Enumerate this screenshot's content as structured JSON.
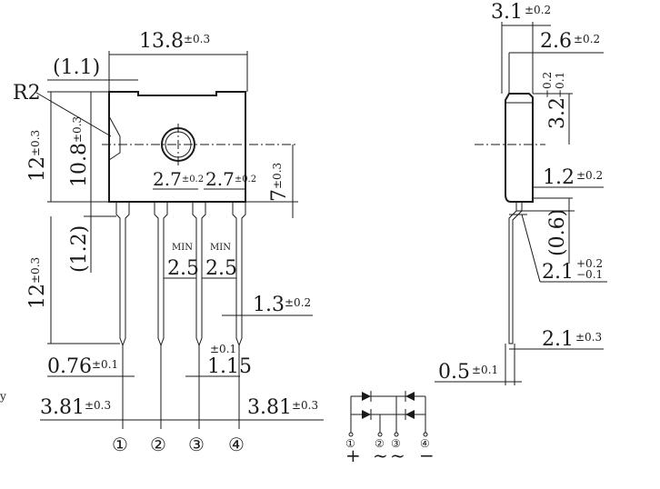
{
  "front": {
    "width": {
      "value": "13.8",
      "tol": "±0.3"
    },
    "corner_offset": "(1.1)",
    "radius": "R2",
    "body_height": {
      "value": "12",
      "tol": "±0.3"
    },
    "hole_pos": {
      "value": "10.8",
      "tol": "±0.3"
    },
    "pitch_a": {
      "value": "2.7",
      "tol": "±0.2"
    },
    "pitch_b": {
      "value": "2.7",
      "tol": "±0.2"
    },
    "hole_height": {
      "value": "7",
      "tol": "±0.3"
    },
    "standoff": "(1.2)",
    "lead_length": {
      "value": "12",
      "tol": "±0.3"
    },
    "min_label_1": "MIN",
    "spacing_1": "2.5",
    "min_label_2": "MIN",
    "spacing_2": "2.5",
    "lead_width_upper": {
      "value": "1.3",
      "tol": "±0.2"
    },
    "lead_width_mid": {
      "tol": "±0.1",
      "value": "1.15"
    },
    "lead_tip": {
      "value": "0.76",
      "tol": "±0.1"
    },
    "pitch_left": {
      "value": "3.81",
      "tol": "±0.3"
    },
    "pitch_right": {
      "value": "3.81",
      "tol": "±0.3"
    },
    "pins": [
      "①",
      "②",
      "③",
      "④"
    ],
    "edge_mark": "y"
  },
  "side": {
    "thickness": {
      "value": "3.1",
      "tol": "±0.2"
    },
    "depth": {
      "value": "2.6",
      "tol": "±0.2"
    },
    "top_offset": {
      "value": "3.2",
      "tol_plus": "+0.2",
      "tol_minus": "−0.1"
    },
    "lead_offset": {
      "value": "1.2",
      "tol": "±0.2"
    },
    "lead_gap": "(0.6)",
    "lead_bend": {
      "value": "2.1",
      "tol_plus": "+0.2",
      "tol_minus": "−0.1"
    },
    "lead_tip": {
      "value": "2.1",
      "tol": "±0.3"
    },
    "lead_thickness": {
      "value": "0.5",
      "tol": "±0.1"
    }
  },
  "schematic": {
    "pins": [
      "①",
      "②",
      "③",
      "④"
    ],
    "signs": [
      "+",
      "~",
      "~",
      "−"
    ]
  }
}
